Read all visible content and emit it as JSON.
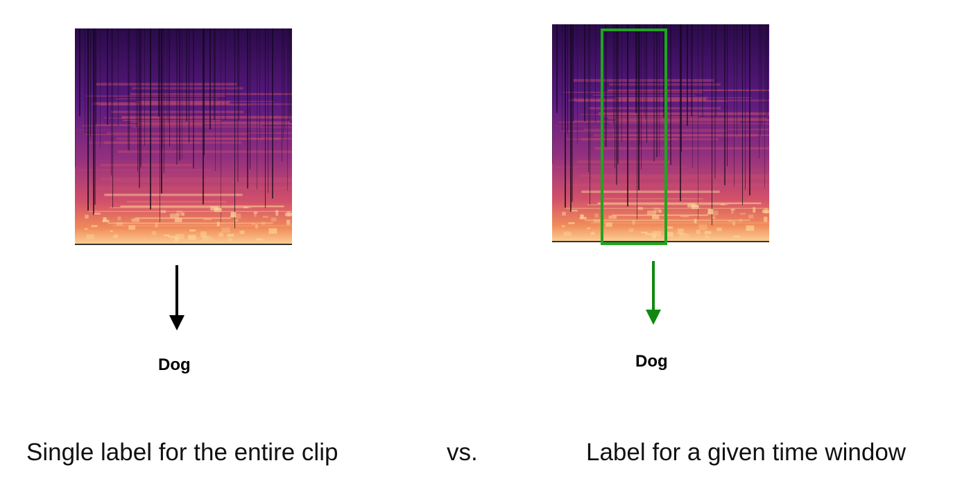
{
  "left": {
    "label": "Dog",
    "caption": "Single label for the entire clip",
    "arrow_color": "#000000"
  },
  "middle": {
    "caption": "vs."
  },
  "right": {
    "label": "Dog",
    "caption": "Label for a given time window",
    "arrow_color": "#118811",
    "window_color": "#1fa51f"
  },
  "spectrogram_colors": [
    "#0d0717",
    "#2a0a4a",
    "#5b1a80",
    "#93307f",
    "#d2506a",
    "#f08a5a",
    "#fcd397"
  ]
}
